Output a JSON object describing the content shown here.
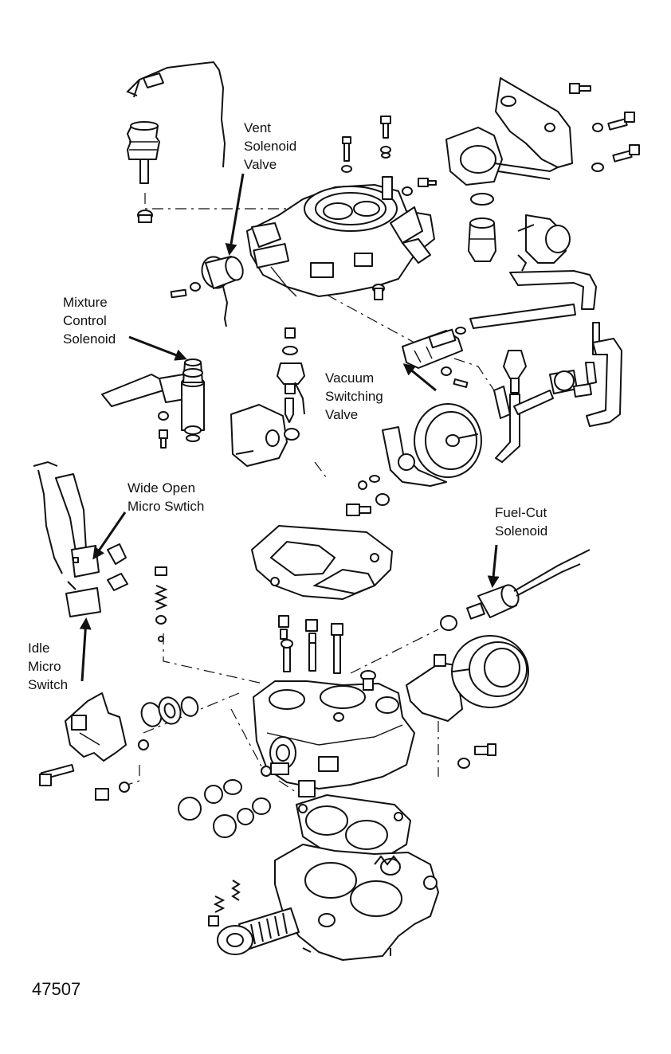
{
  "labels": {
    "vent_solenoid_valve": [
      "Vent",
      "Solenoid",
      "Valve"
    ],
    "mixture_control_solenoid": [
      "Mixture",
      "Control",
      "Solenoid"
    ],
    "vacuum_switching_valve": [
      "Vacuum",
      "Switching",
      "Valve"
    ],
    "wide_open_micro_switch": [
      "Wide Open",
      "Micro Swtich"
    ],
    "fuel_cut_solenoid": [
      "Fuel-Cut",
      "Solenoid"
    ],
    "idle_micro_switch": [
      "Idle",
      "Micro",
      "Switch"
    ]
  },
  "figure_number": "47507"
}
